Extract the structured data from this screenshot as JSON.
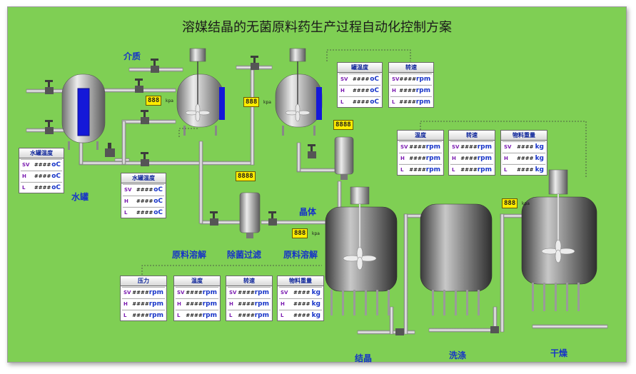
{
  "title": "溶媒结晶的无菌原料药生产过程自动化控制方案",
  "labels": {
    "medium": "介质",
    "water_tank": "水罐",
    "crystal": "晶体",
    "raw_dissolve_1": "原料溶解",
    "filter": "除菌过滤",
    "raw_dissolve_2": "原料溶解",
    "crystallize": "结晶",
    "wash": "洗涤",
    "dry": "干燥"
  },
  "displays": {
    "d1": "888",
    "d1_unit": "kpa",
    "d2": "888",
    "d2_unit": "kpa",
    "d3": "8888",
    "d4": "8888",
    "d5": "888",
    "d5_unit": "kpa",
    "d6": "888",
    "d6_unit": "kpa"
  },
  "row_keys": {
    "sv": "SV",
    "h": "H",
    "l": "L"
  },
  "hash": "####",
  "panels": {
    "p1": {
      "title": "罐温度",
      "unit": "oC"
    },
    "p2": {
      "title": "转速",
      "unit": "rpm"
    },
    "p3": {
      "title": "水罐温度",
      "unit": "oC"
    },
    "p4": {
      "title": "水罐温度",
      "unit": "oC"
    },
    "p5": {
      "title": "温度",
      "unit": "rpm"
    },
    "p6": {
      "title": "转速",
      "unit": "rpm"
    },
    "p7": {
      "title": "物料重量",
      "unit": "kg"
    },
    "p8": {
      "title": "压力",
      "unit": "rpm"
    },
    "p9": {
      "title": "温度",
      "unit": "rpm"
    },
    "p10": {
      "title": "转速",
      "unit": "rpm"
    },
    "p11": {
      "title": "物料重量",
      "unit": "kg"
    }
  },
  "colors": {
    "background": "#7fcf54",
    "pipe": "#c8c8c8",
    "tank": "#9a9a9a",
    "label": "#1633c8",
    "digit": "#ffec00",
    "sight_glass": "#1418d8"
  }
}
